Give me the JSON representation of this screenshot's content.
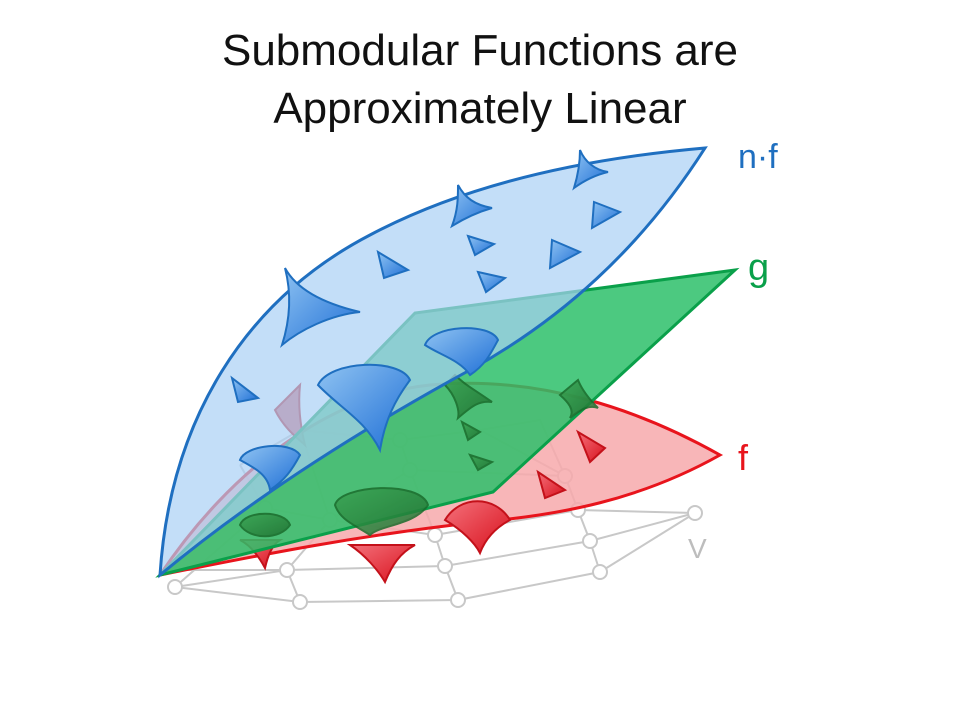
{
  "slide": {
    "title_line1": "Submodular Functions are",
    "title_line2": "Approximately Linear"
  },
  "labels": {
    "nf": "n·f",
    "g": "g",
    "f": "f",
    "v": "V"
  },
  "colors": {
    "nf_stroke": "#1f6fc0",
    "nf_fill": "#a9d0f5",
    "g_stroke": "#0aa04a",
    "g_fill": "#2dbf6a",
    "f_stroke": "#e8141c",
    "f_fill": "#f7a9ab",
    "graph": "#c8c8c8"
  }
}
